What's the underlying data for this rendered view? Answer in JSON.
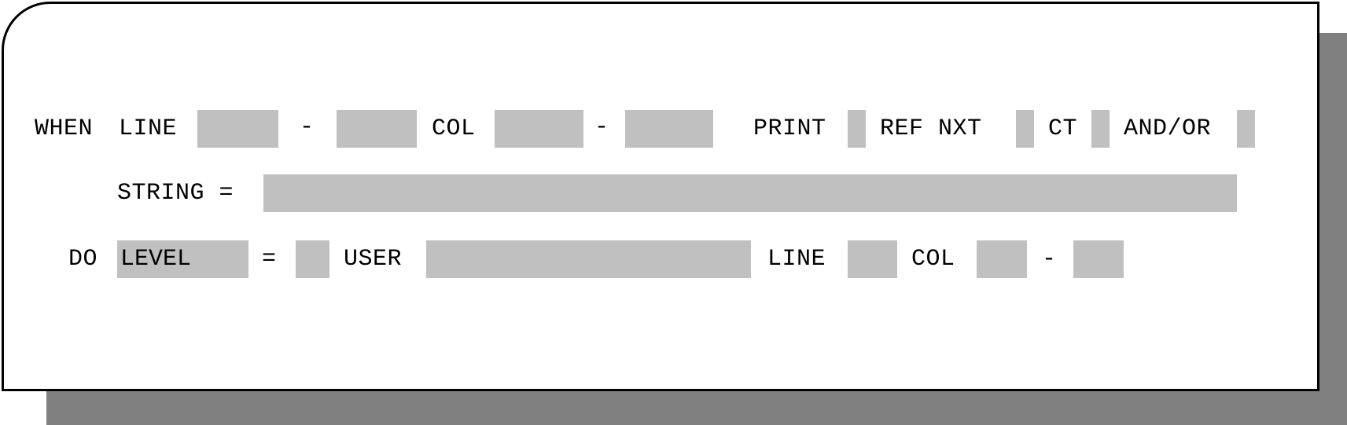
{
  "row1": {
    "when_label": "WHEN",
    "line_label": "LINE",
    "line_from": "",
    "line_dash": "-",
    "line_to": "",
    "col_label": "COL",
    "col_from": "",
    "col_dash": "-",
    "col_to": "",
    "print_label": "PRINT",
    "print_value": "",
    "ref_nxt_label": "REF NXT",
    "ref_nxt_value": "",
    "ct_label": "CT",
    "ct_value": "",
    "and_or_label": "AND/OR",
    "and_or_value": ""
  },
  "row2": {
    "string_label": "STRING =",
    "string_value": ""
  },
  "row3": {
    "do_label": "DO",
    "level_value": "LEVEL",
    "equals_label": "=",
    "equals_value": "",
    "user_label": "USER",
    "user_value": "",
    "line_label": "LINE",
    "line_value": "",
    "col_label": "COL",
    "col_from": "",
    "col_dash": "-",
    "col_to": ""
  },
  "colors": {
    "field_bg": "#c0c0c0",
    "shadow": "#808080",
    "border": "#000000",
    "background": "#ffffff"
  }
}
